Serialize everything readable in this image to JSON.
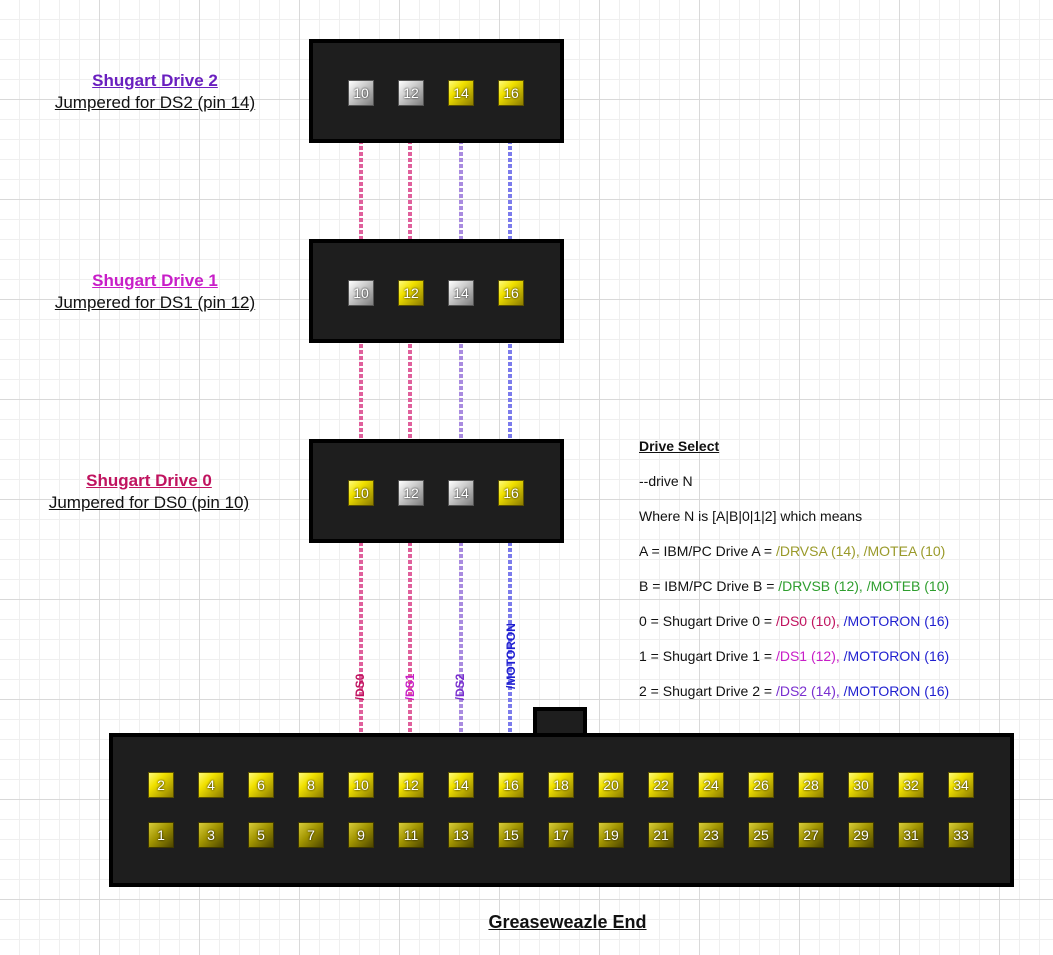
{
  "drives": [
    {
      "title": "Shugart Drive 2",
      "subtitle": "Jumpered for DS2 (pin 14)",
      "title_color": "#6a1fbf",
      "pins": [
        {
          "num": "10",
          "style": "silver"
        },
        {
          "num": "12",
          "style": "silver"
        },
        {
          "num": "14",
          "style": "gold"
        },
        {
          "num": "16",
          "style": "gold"
        }
      ]
    },
    {
      "title": "Shugart Drive 1",
      "subtitle": "Jumpered for DS1 (pin 12)",
      "title_color": "#c81ec8",
      "pins": [
        {
          "num": "10",
          "style": "silver"
        },
        {
          "num": "12",
          "style": "gold"
        },
        {
          "num": "14",
          "style": "silver"
        },
        {
          "num": "16",
          "style": "gold"
        }
      ]
    },
    {
      "title": "Shugart Drive 0",
      "subtitle": "Jumpered for DS0 (pin 10)",
      "title_color": "#c0135f",
      "pins": [
        {
          "num": "10",
          "style": "gold"
        },
        {
          "num": "12",
          "style": "silver"
        },
        {
          "num": "14",
          "style": "silver"
        },
        {
          "num": "16",
          "style": "gold"
        }
      ]
    }
  ],
  "wires": [
    {
      "label": "/DS0",
      "color": "#e0609c",
      "label_color": "#c0135f"
    },
    {
      "label": "/DS1",
      "color": "#e0609c",
      "label_color": "#c81ec8"
    },
    {
      "label": "/DS2",
      "color": "#a98be0",
      "label_color": "#7a2fcf"
    },
    {
      "label": "/MOTORON",
      "color": "#7b7bec",
      "label_color": "#1f1fd0"
    }
  ],
  "greaseweazle": {
    "label": "Greaseweazle End",
    "top_pins": [
      "2",
      "4",
      "6",
      "8",
      "10",
      "12",
      "14",
      "16",
      "18",
      "20",
      "22",
      "24",
      "26",
      "28",
      "30",
      "32",
      "34"
    ],
    "bottom_pins": [
      "1",
      "3",
      "5",
      "7",
      "9",
      "11",
      "13",
      "15",
      "17",
      "19",
      "21",
      "23",
      "25",
      "27",
      "29",
      "31",
      "33"
    ]
  },
  "info": {
    "title": "Drive Select",
    "lines": [
      {
        "parts": [
          {
            "text": "--drive N",
            "color": "#111111"
          }
        ]
      },
      {
        "parts": [
          {
            "text": "Where N is [A|B|0|1|2] which means",
            "color": "#111111"
          }
        ]
      },
      {
        "parts": [
          {
            "text": "A = IBM/PC Drive A =  ",
            "color": "#111111"
          },
          {
            "text": "/DRVSA (14), /MOTEA (10)",
            "color": "#9a9a2a"
          }
        ]
      },
      {
        "parts": [
          {
            "text": "B = IBM/PC Drive B = ",
            "color": "#111111"
          },
          {
            "text": "/DRVSB (12), /MOTEB (10)",
            "color": "#2e9e2e"
          }
        ]
      },
      {
        "parts": [
          {
            "text": "0 = Shugart Drive 0 = ",
            "color": "#111111"
          },
          {
            "text": "/DS0 (10), ",
            "color": "#c0135f"
          },
          {
            "text": "/MOTORON (16)",
            "color": "#1f1fd0"
          }
        ]
      },
      {
        "parts": [
          {
            "text": "1 = Shugart Drive 1 = ",
            "color": "#111111"
          },
          {
            "text": "/DS1 (12), ",
            "color": "#c81ec8"
          },
          {
            "text": "/MOTORON (16)",
            "color": "#1f1fd0"
          }
        ]
      },
      {
        "parts": [
          {
            "text": "2 = Shugart Drive 2 = ",
            "color": "#111111"
          },
          {
            "text": "/DS2 (14), ",
            "color": "#7a2fcf"
          },
          {
            "text": "/MOTORON (16)",
            "color": "#1f1fd0"
          }
        ]
      }
    ]
  }
}
